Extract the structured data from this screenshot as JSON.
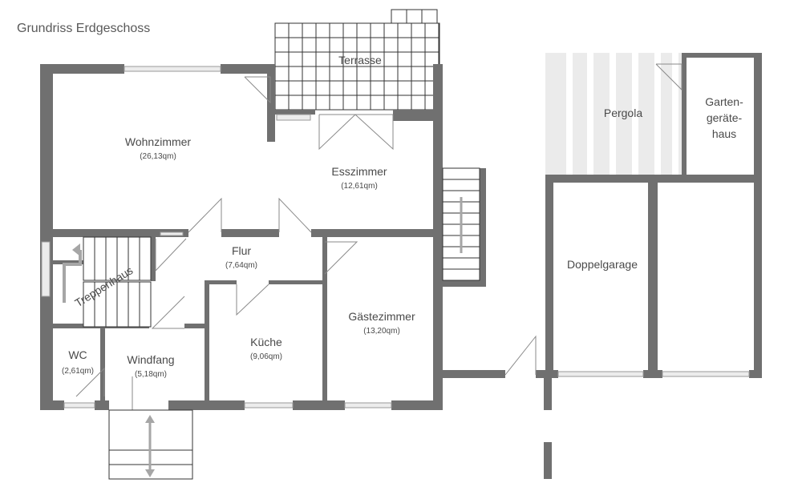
{
  "title": "Grundriss Erdgeschoss",
  "colors": {
    "wall": "#707070",
    "text": "#4a4a4a",
    "arrow": "#a6a6a6",
    "pergola": "#e6e6e6"
  },
  "rooms": {
    "wohnzimmer": {
      "name": "Wohnzimmer",
      "area": "(26,13qm)"
    },
    "esszimmer": {
      "name": "Esszimmer",
      "area": "(12,61qm)"
    },
    "flur": {
      "name": "Flur",
      "area": "(7,64qm)"
    },
    "kueche": {
      "name": "Küche",
      "area": "(9,06qm)"
    },
    "gaestezimmer": {
      "name": "Gästezimmer",
      "area": "(13,20qm)"
    },
    "wc": {
      "name": "WC",
      "area": "(2,61qm)"
    },
    "windfang": {
      "name": "Windfang",
      "area": "(5,18qm)"
    },
    "terrasse": {
      "name": "Terrasse"
    },
    "treppenhaus": {
      "name": "Treppenhaus"
    },
    "pergola": {
      "name": "Pergola"
    },
    "gartenhaus": {
      "lines": [
        "Garten-",
        "geräte-",
        "haus"
      ]
    },
    "doppelgarage": {
      "name": "Doppelgarage"
    }
  },
  "icons": [
    "stair-direction-arrow-icon",
    "up-down-arrow-icon"
  ]
}
